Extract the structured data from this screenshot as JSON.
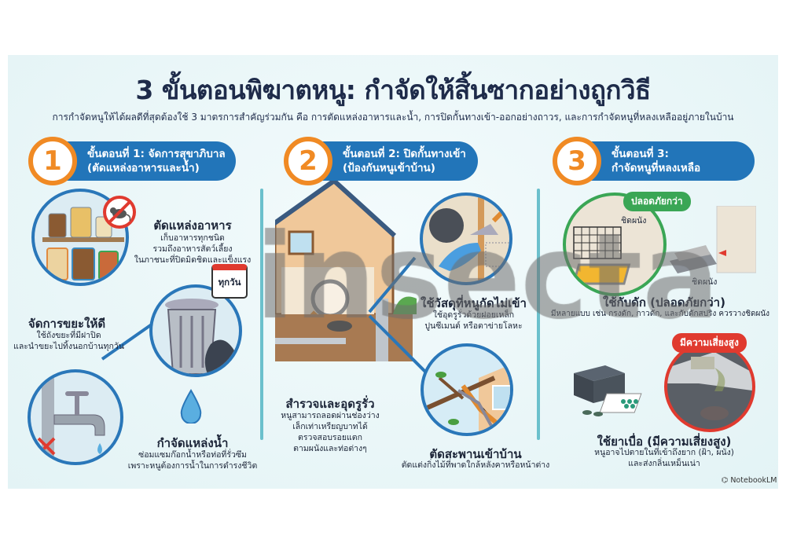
{
  "title": "3 ขั้นตอนพิฆาตหนู: กำจัดให้สิ้นซากอย่างถูกวิธี",
  "subtitle": "การกำจัดหนูให้ได้ผลดีที่สุดต้องใช้ 3 มาตรการสำคัญร่วมกัน คือ การตัดแหล่งอาหารและน้ำ, การปิดกั้นทางเข้า-ออกอย่างถาวร, และการกำจัดหนูที่หลงเหลืออยู่ภายในบ้าน",
  "watermark": "insecta",
  "steps": [
    {
      "number": "1",
      "line1": "ขั้นตอนที่ 1: จัดการสุขาภิบาล",
      "line2": "(ตัดแหล่งอาหารและน้ำ)",
      "items": [
        {
          "heading": "ตัดแหล่งอาหาร",
          "lines": [
            "เก็บอาหารทุกชนิด",
            "รวมถึงอาหารสัตว์เลี้ยง",
            "ในภาชนะที่ปิดมิดชิดและแข็งแรง"
          ]
        },
        {
          "heading": "จัดการขยะให้ดี",
          "lines": [
            "ใช้ถังขยะที่มีฝาปิด",
            "และนำขยะไปทิ้งนอกบ้านทุกวัน"
          ],
          "badge": "ทุกวัน"
        },
        {
          "heading": "กำจัดแหล่งน้ำ",
          "lines": [
            "ซ่อมแซมก๊อกน้ำหรือท่อที่รั่วซึม",
            "เพราะหนูต้องการน้ำในการดำรงชีวิต"
          ]
        }
      ]
    },
    {
      "number": "2",
      "line1": "ขั้นตอนที่ 2: ปิดกั้นทางเข้า",
      "line2": "(ป้องกันหนูเข้าบ้าน)",
      "items": [
        {
          "heading": "ใช้วัสดุที่หนูกัดไม่เข้า",
          "lines": [
            "ใช้อุดรูรั่วด้วยฝอยเหล็ก",
            "ปูนซีเมนต์ หรือตาข่ายโลหะ"
          ]
        },
        {
          "heading": "สำรวจและอุดรูรั่ว",
          "lines": [
            "หนูสามารถลอดผ่านช่องว่าง",
            "เล็กเท่าเหรียญบาทได้",
            "ตรวจสอบรอยแตก",
            "ตามผนังและท่อต่างๆ"
          ]
        },
        {
          "heading": "ตัดสะพานเข้าบ้าน",
          "lines": [
            "ตัดแต่งกิ่งไม้ที่พาดใกล้หลังคาหรือหน้าต่าง"
          ]
        }
      ]
    },
    {
      "number": "3",
      "line1": "ขั้นตอนที่ 3:",
      "line2": "กำจัดหนูที่หลงเหลือ",
      "items": [
        {
          "heading": "ใช้กับดัก (ปลอดภัยกว่า)",
          "lines": [
            "มีหลายแบบ เช่น กรงดัก, กาวดัก, และกับดักสปริง ควรวางชิดผนัง"
          ],
          "tag": "ปลอดภัยกว่า",
          "labels": [
            "ชิดผนัง",
            "ชิดผนัง"
          ]
        },
        {
          "heading": "ใช้ยาเบื่อ (มีความเสี่ยงสูง)",
          "lines": [
            "หนูอาจไปตายในที่เข้าถึงยาก (ฝ้า, ผนัง)",
            "และส่งกลิ่นเหม็นเน่า"
          ],
          "tag": "มีความเสี่ยงสูง"
        }
      ]
    }
  ],
  "branding": "NotebookLM",
  "colors": {
    "accent_orange": "#f08a24",
    "header_blue": "#2275b9",
    "safe_green": "#3aa655",
    "risk_red": "#e03a2f",
    "title_navy": "#1e2b4a"
  }
}
